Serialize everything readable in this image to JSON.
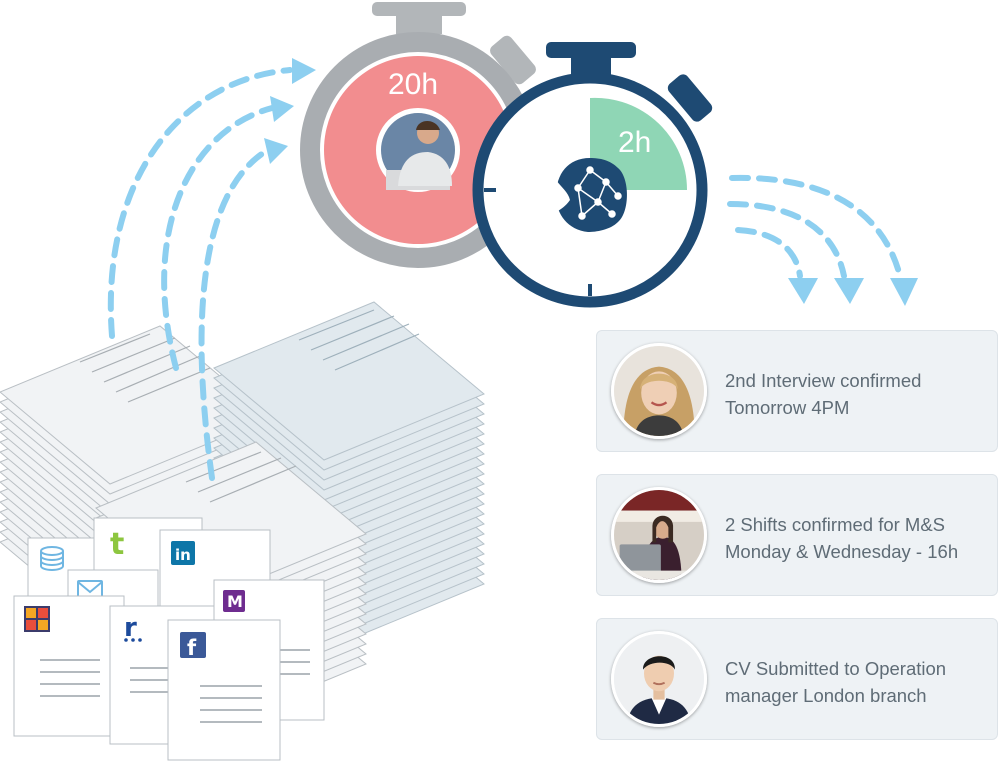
{
  "timers": {
    "manual": {
      "label": "20h",
      "color": "#f28d8f",
      "ring_color": "#a9adb1"
    },
    "automated": {
      "label": "2h",
      "color": "#8fd6b5",
      "ring_color": "#1e4a73"
    }
  },
  "flow_arrow_color": "#8dcff0",
  "source_icons": [
    "database-icon",
    "t-logo-icon",
    "linkedin-icon",
    "mail-icon",
    "monster-icon",
    "reed-icon",
    "facebook-icon",
    "job-board-icon"
  ],
  "notifications": [
    {
      "avatar": "woman-blonde-avatar",
      "line1": "2nd Interview confirmed",
      "line2": "Tomorrow 4PM"
    },
    {
      "avatar": "woman-laptop-avatar",
      "line1": "2 Shifts confirmed for M&S",
      "line2": "Monday & Wednesday - 16h"
    },
    {
      "avatar": "man-suit-avatar",
      "line1": "CV Submitted to Operation",
      "line2": "manager London branch"
    }
  ]
}
